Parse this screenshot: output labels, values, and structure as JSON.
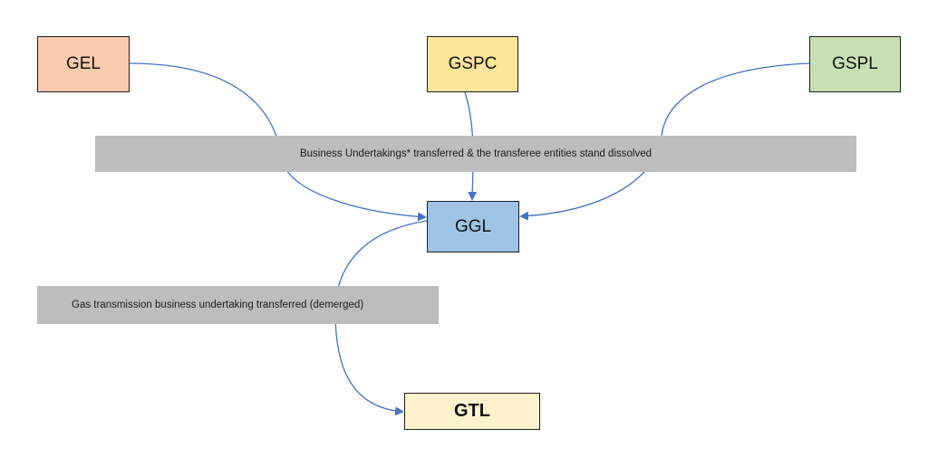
{
  "entities": {
    "gel": {
      "label": "GEL",
      "fill": "#f8cbad"
    },
    "gspc": {
      "label": "GSPC",
      "fill": "#ffe699"
    },
    "gspl": {
      "label": "GSPL",
      "fill": "#c6e0b4"
    },
    "ggl": {
      "label": "GGL",
      "fill": "#9dc3e6"
    },
    "gtl": {
      "label": "GTL",
      "fill": "#fff2cc"
    }
  },
  "bands": {
    "top": {
      "text": "Business Undertakings* transferred & the transferee entities stand dissolved"
    },
    "bottom": {
      "text": "Gas transmission business undertaking transferred (demerged)"
    }
  },
  "colors": {
    "connector": "#4472c4",
    "band": "#bdbdbd"
  }
}
